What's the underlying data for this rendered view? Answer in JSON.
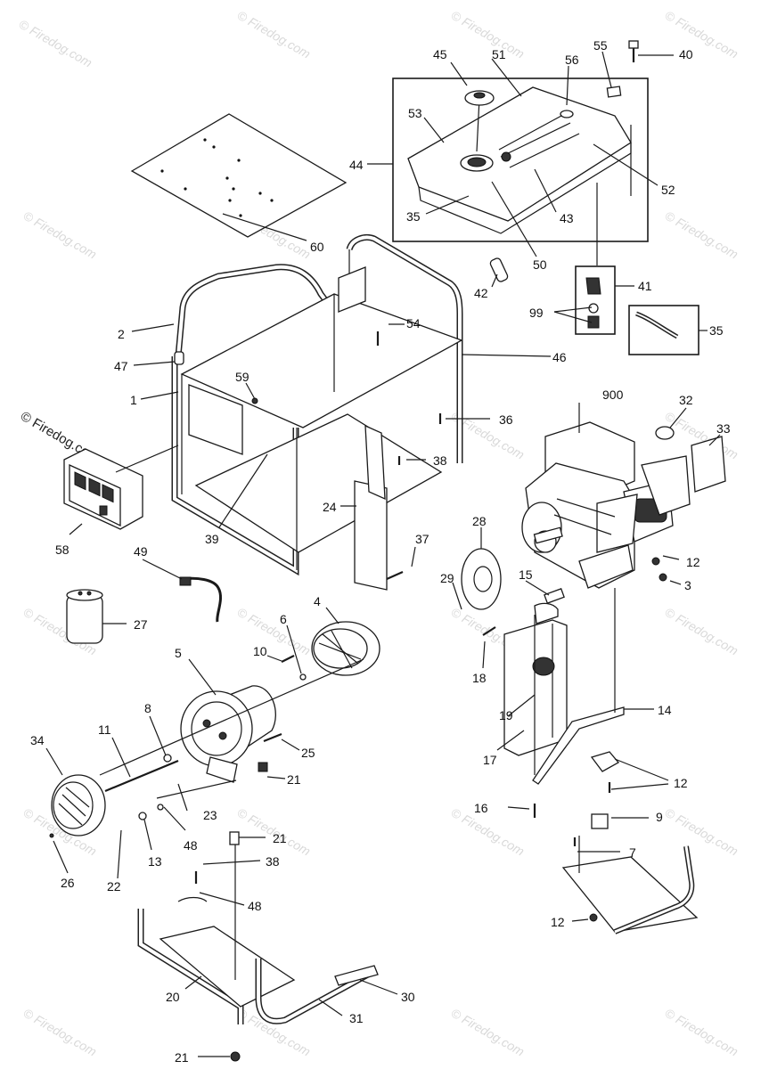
{
  "watermark": "© Firedog.com",
  "callouts": [
    "45",
    "51",
    "55",
    "40",
    "56",
    "53",
    "44",
    "52",
    "35",
    "43",
    "50",
    "60",
    "42",
    "41",
    "99",
    "35",
    "2",
    "54",
    "47",
    "46",
    "1",
    "59",
    "36",
    "900",
    "32",
    "33",
    "38",
    "24",
    "58",
    "39",
    "28",
    "37",
    "49",
    "29",
    "15",
    "12",
    "3",
    "27",
    "4",
    "6",
    "5",
    "10",
    "18",
    "14",
    "8",
    "11",
    "19",
    "25",
    "34",
    "21",
    "17",
    "12",
    "23",
    "16",
    "9",
    "48",
    "13",
    "21",
    "22",
    "38",
    "26",
    "7",
    "48",
    "12",
    "20",
    "30",
    "31",
    "21"
  ]
}
